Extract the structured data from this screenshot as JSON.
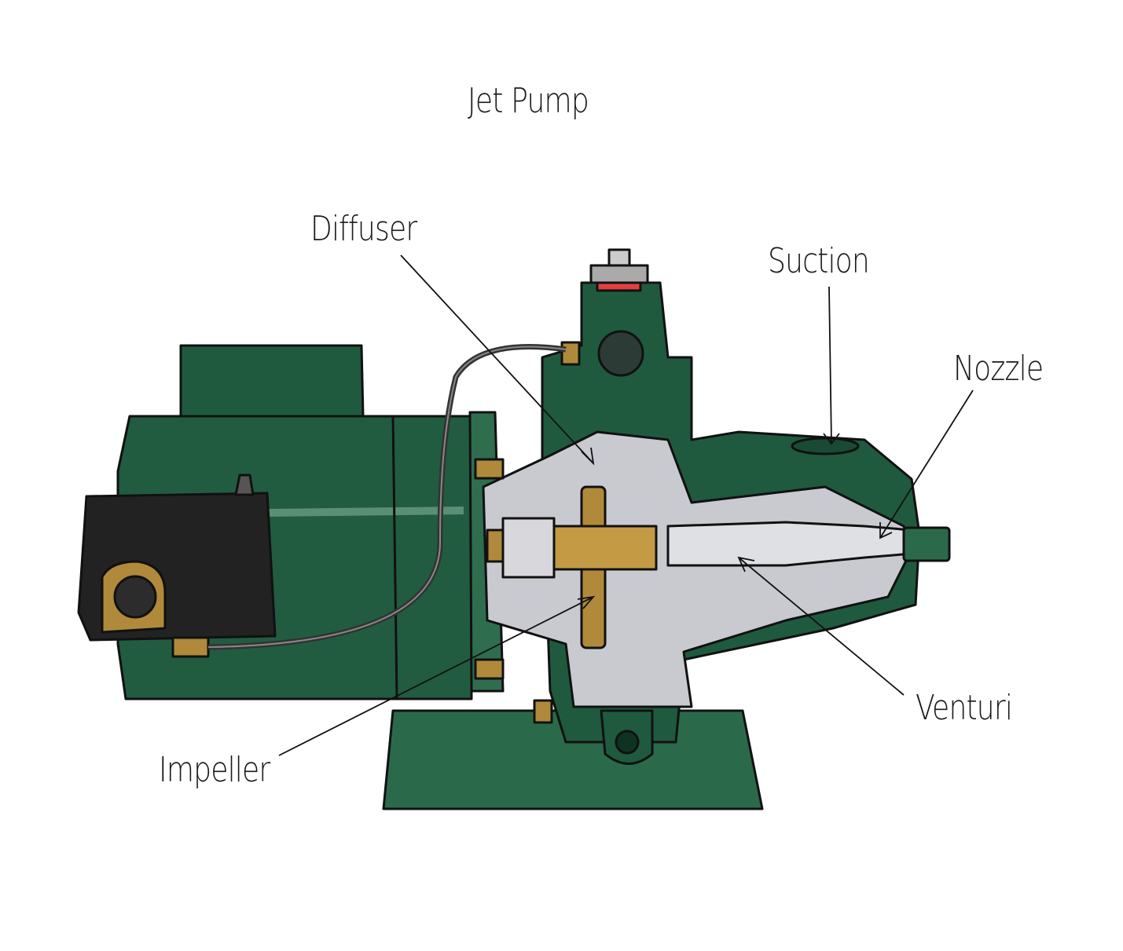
{
  "title": "Jet Pump",
  "labels": {
    "diffuser": "Diffuser",
    "suction": "Suction",
    "nozzle": "Nozzle",
    "venturi": "Venturi",
    "impeller": "Impeller"
  },
  "colors": {
    "pump_green": "#1f5a3e",
    "housing_grey": "#c9cad0",
    "brass": "#b08a3a",
    "switch_black": "#222222",
    "indicator_red": "#e04040"
  }
}
